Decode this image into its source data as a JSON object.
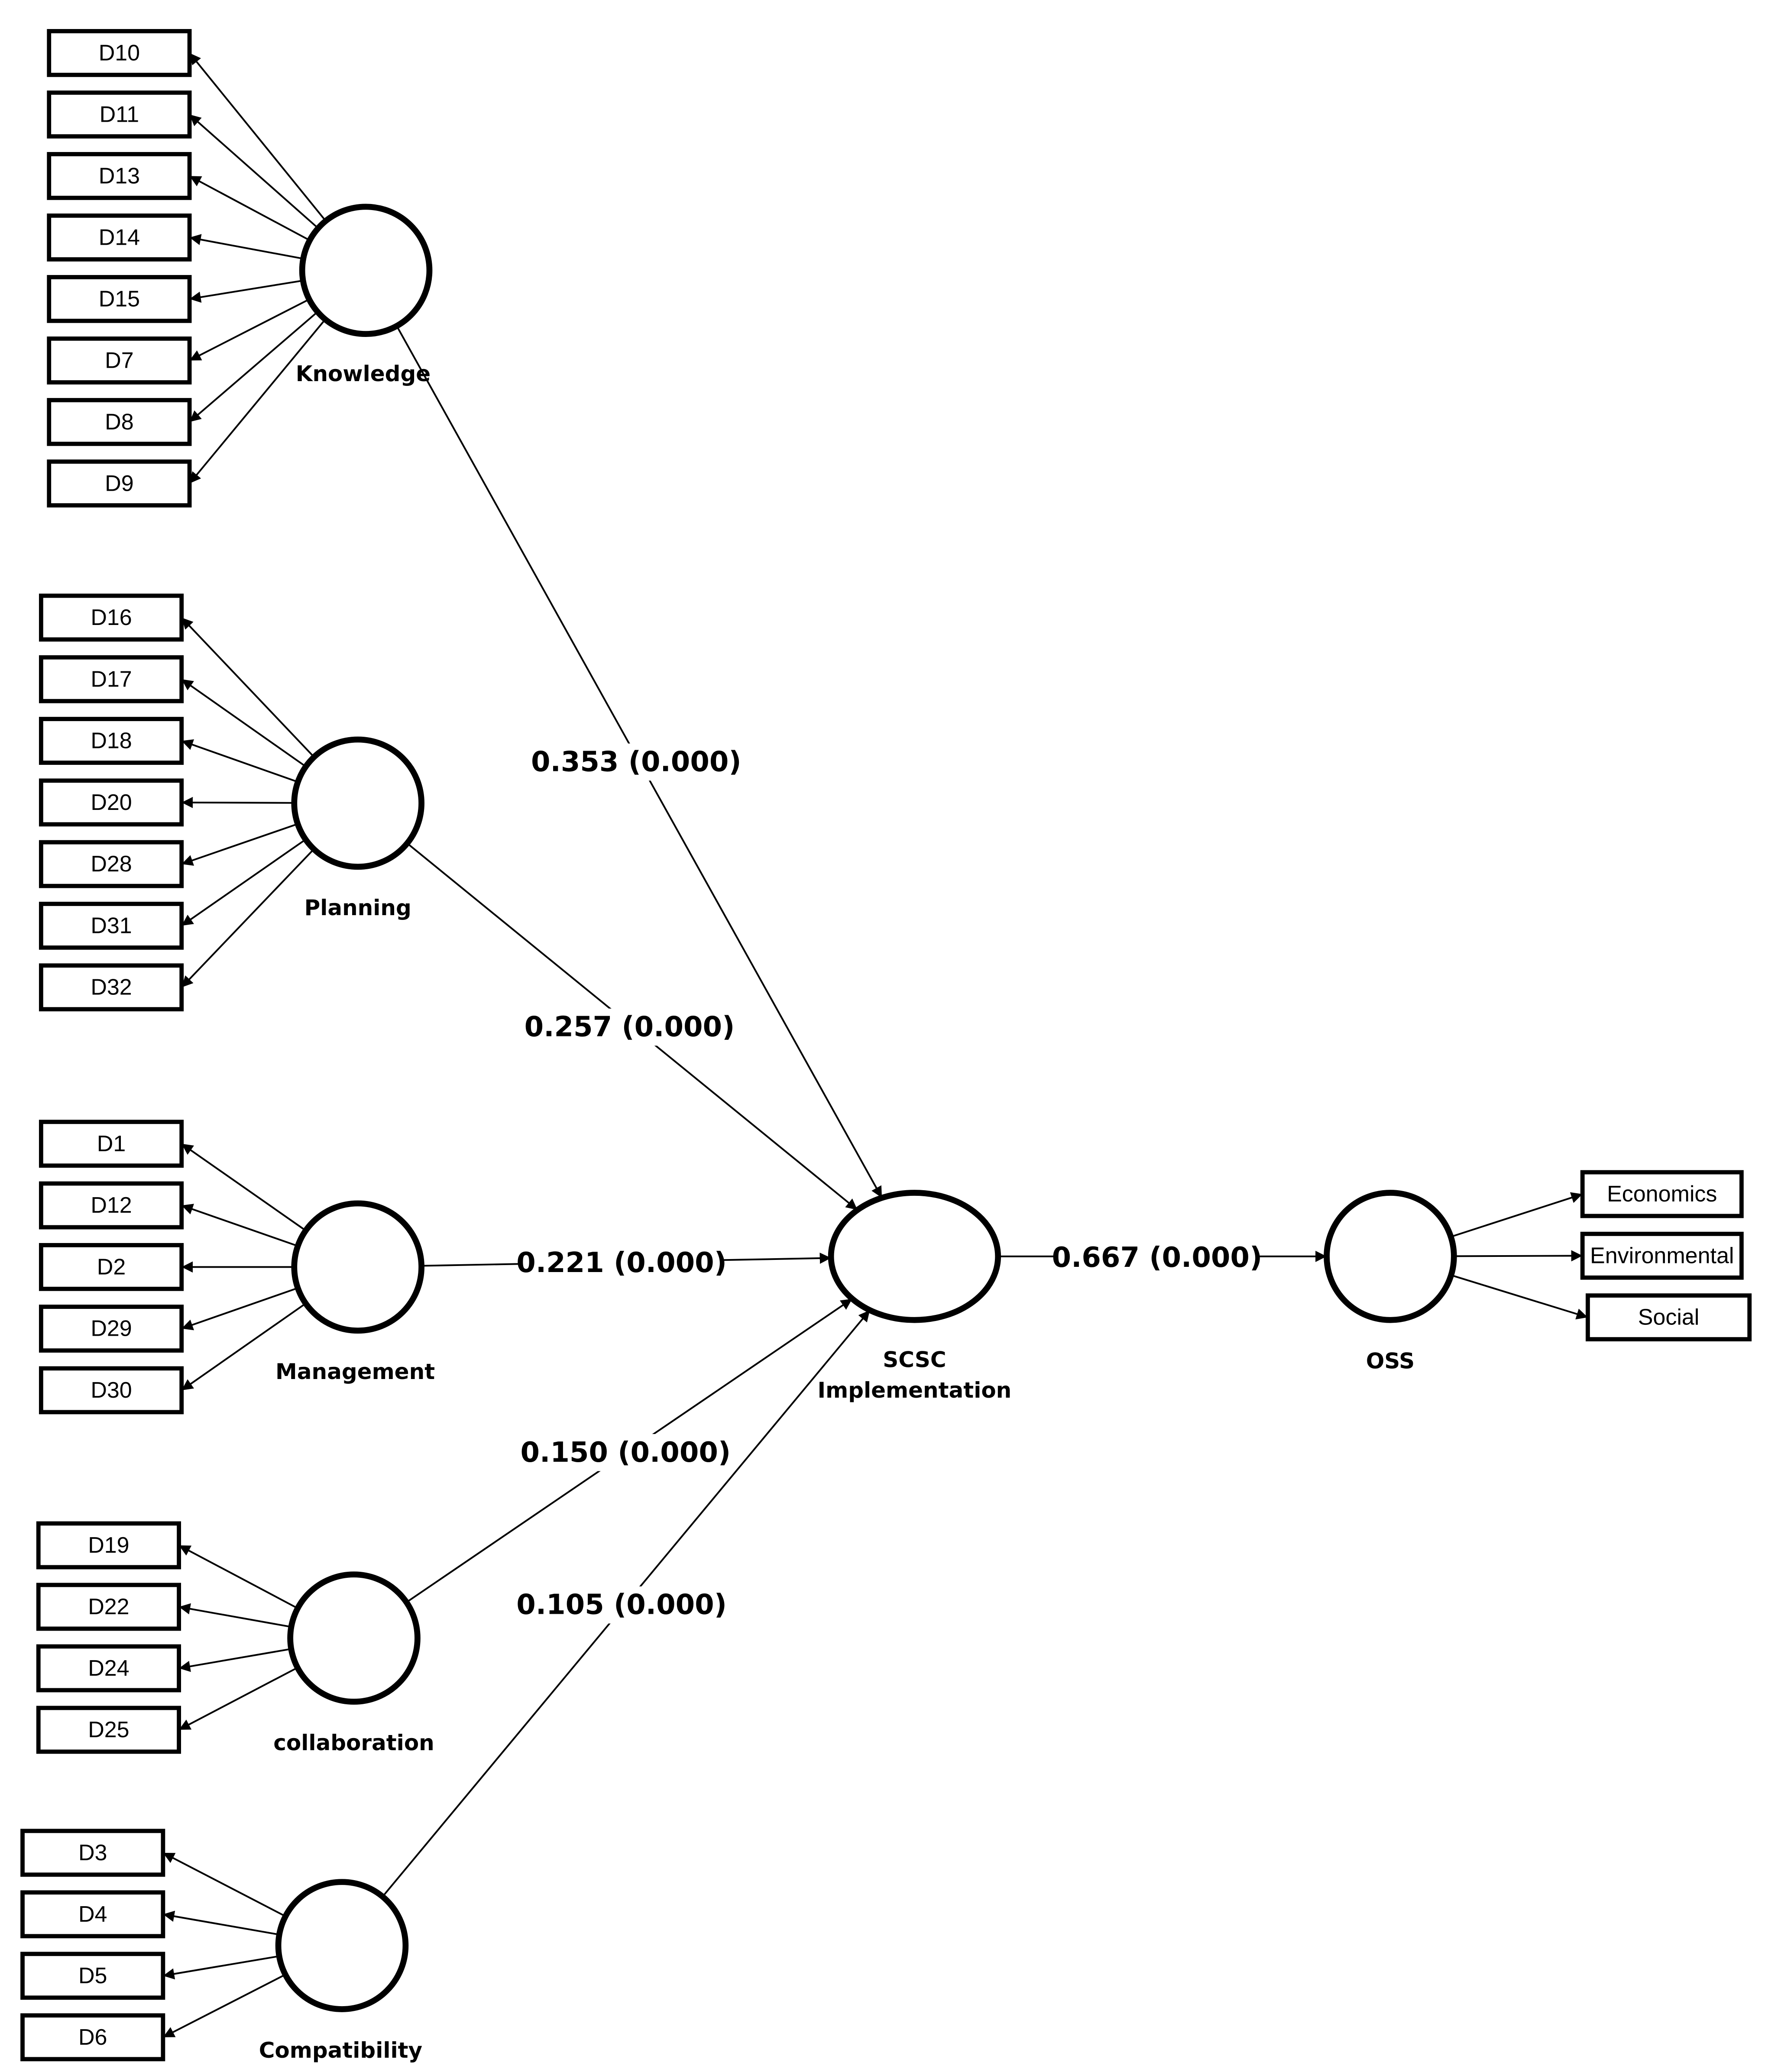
{
  "colors": {
    "ink": "#000000",
    "background": "#ffffff"
  },
  "constructs": [
    {
      "id": "knowledge",
      "label": "Knowledge",
      "indicators": [
        "D10",
        "D11",
        "D13",
        "D14",
        "D15",
        "D7",
        "D8",
        "D9"
      ]
    },
    {
      "id": "planning",
      "label": "Planning",
      "indicators": [
        "D16",
        "D17",
        "D18",
        "D20",
        "D28",
        "D31",
        "D32"
      ]
    },
    {
      "id": "management",
      "label": "Management",
      "indicators": [
        "D1",
        "D12",
        "D2",
        "D29",
        "D30"
      ]
    },
    {
      "id": "collaboration",
      "label": "collaboration",
      "indicators": [
        "D19",
        "D22",
        "D24",
        "D25"
      ]
    },
    {
      "id": "compatibility",
      "label": "Compatibility",
      "indicators": [
        "D3",
        "D4",
        "D5",
        "D6"
      ]
    },
    {
      "id": "scsc",
      "label_line1": "SCSC",
      "label_line2": "Implementation",
      "indicators": []
    },
    {
      "id": "oss",
      "label": "OSS",
      "indicators": [
        "Economics",
        "Environmental",
        "Social"
      ]
    }
  ],
  "paths": [
    {
      "from": "knowledge",
      "to": "scsc",
      "coefficient": 0.353,
      "p_value": "0.000",
      "label": "0.353 (0.000)"
    },
    {
      "from": "planning",
      "to": "scsc",
      "coefficient": 0.257,
      "p_value": "0.000",
      "label": "0.257 (0.000)"
    },
    {
      "from": "management",
      "to": "scsc",
      "coefficient": 0.221,
      "p_value": "0.000",
      "label": "0.221 (0.000)"
    },
    {
      "from": "collaboration",
      "to": "scsc",
      "coefficient": 0.15,
      "p_value": "0.000",
      "label": "0.150 (0.000)"
    },
    {
      "from": "compatibility",
      "to": "scsc",
      "coefficient": 0.105,
      "p_value": "0.000",
      "label": "0.105 (0.000)"
    },
    {
      "from": "scsc",
      "to": "oss",
      "coefficient": 0.667,
      "p_value": "0.000",
      "label": "0.667 (0.000)"
    }
  ]
}
